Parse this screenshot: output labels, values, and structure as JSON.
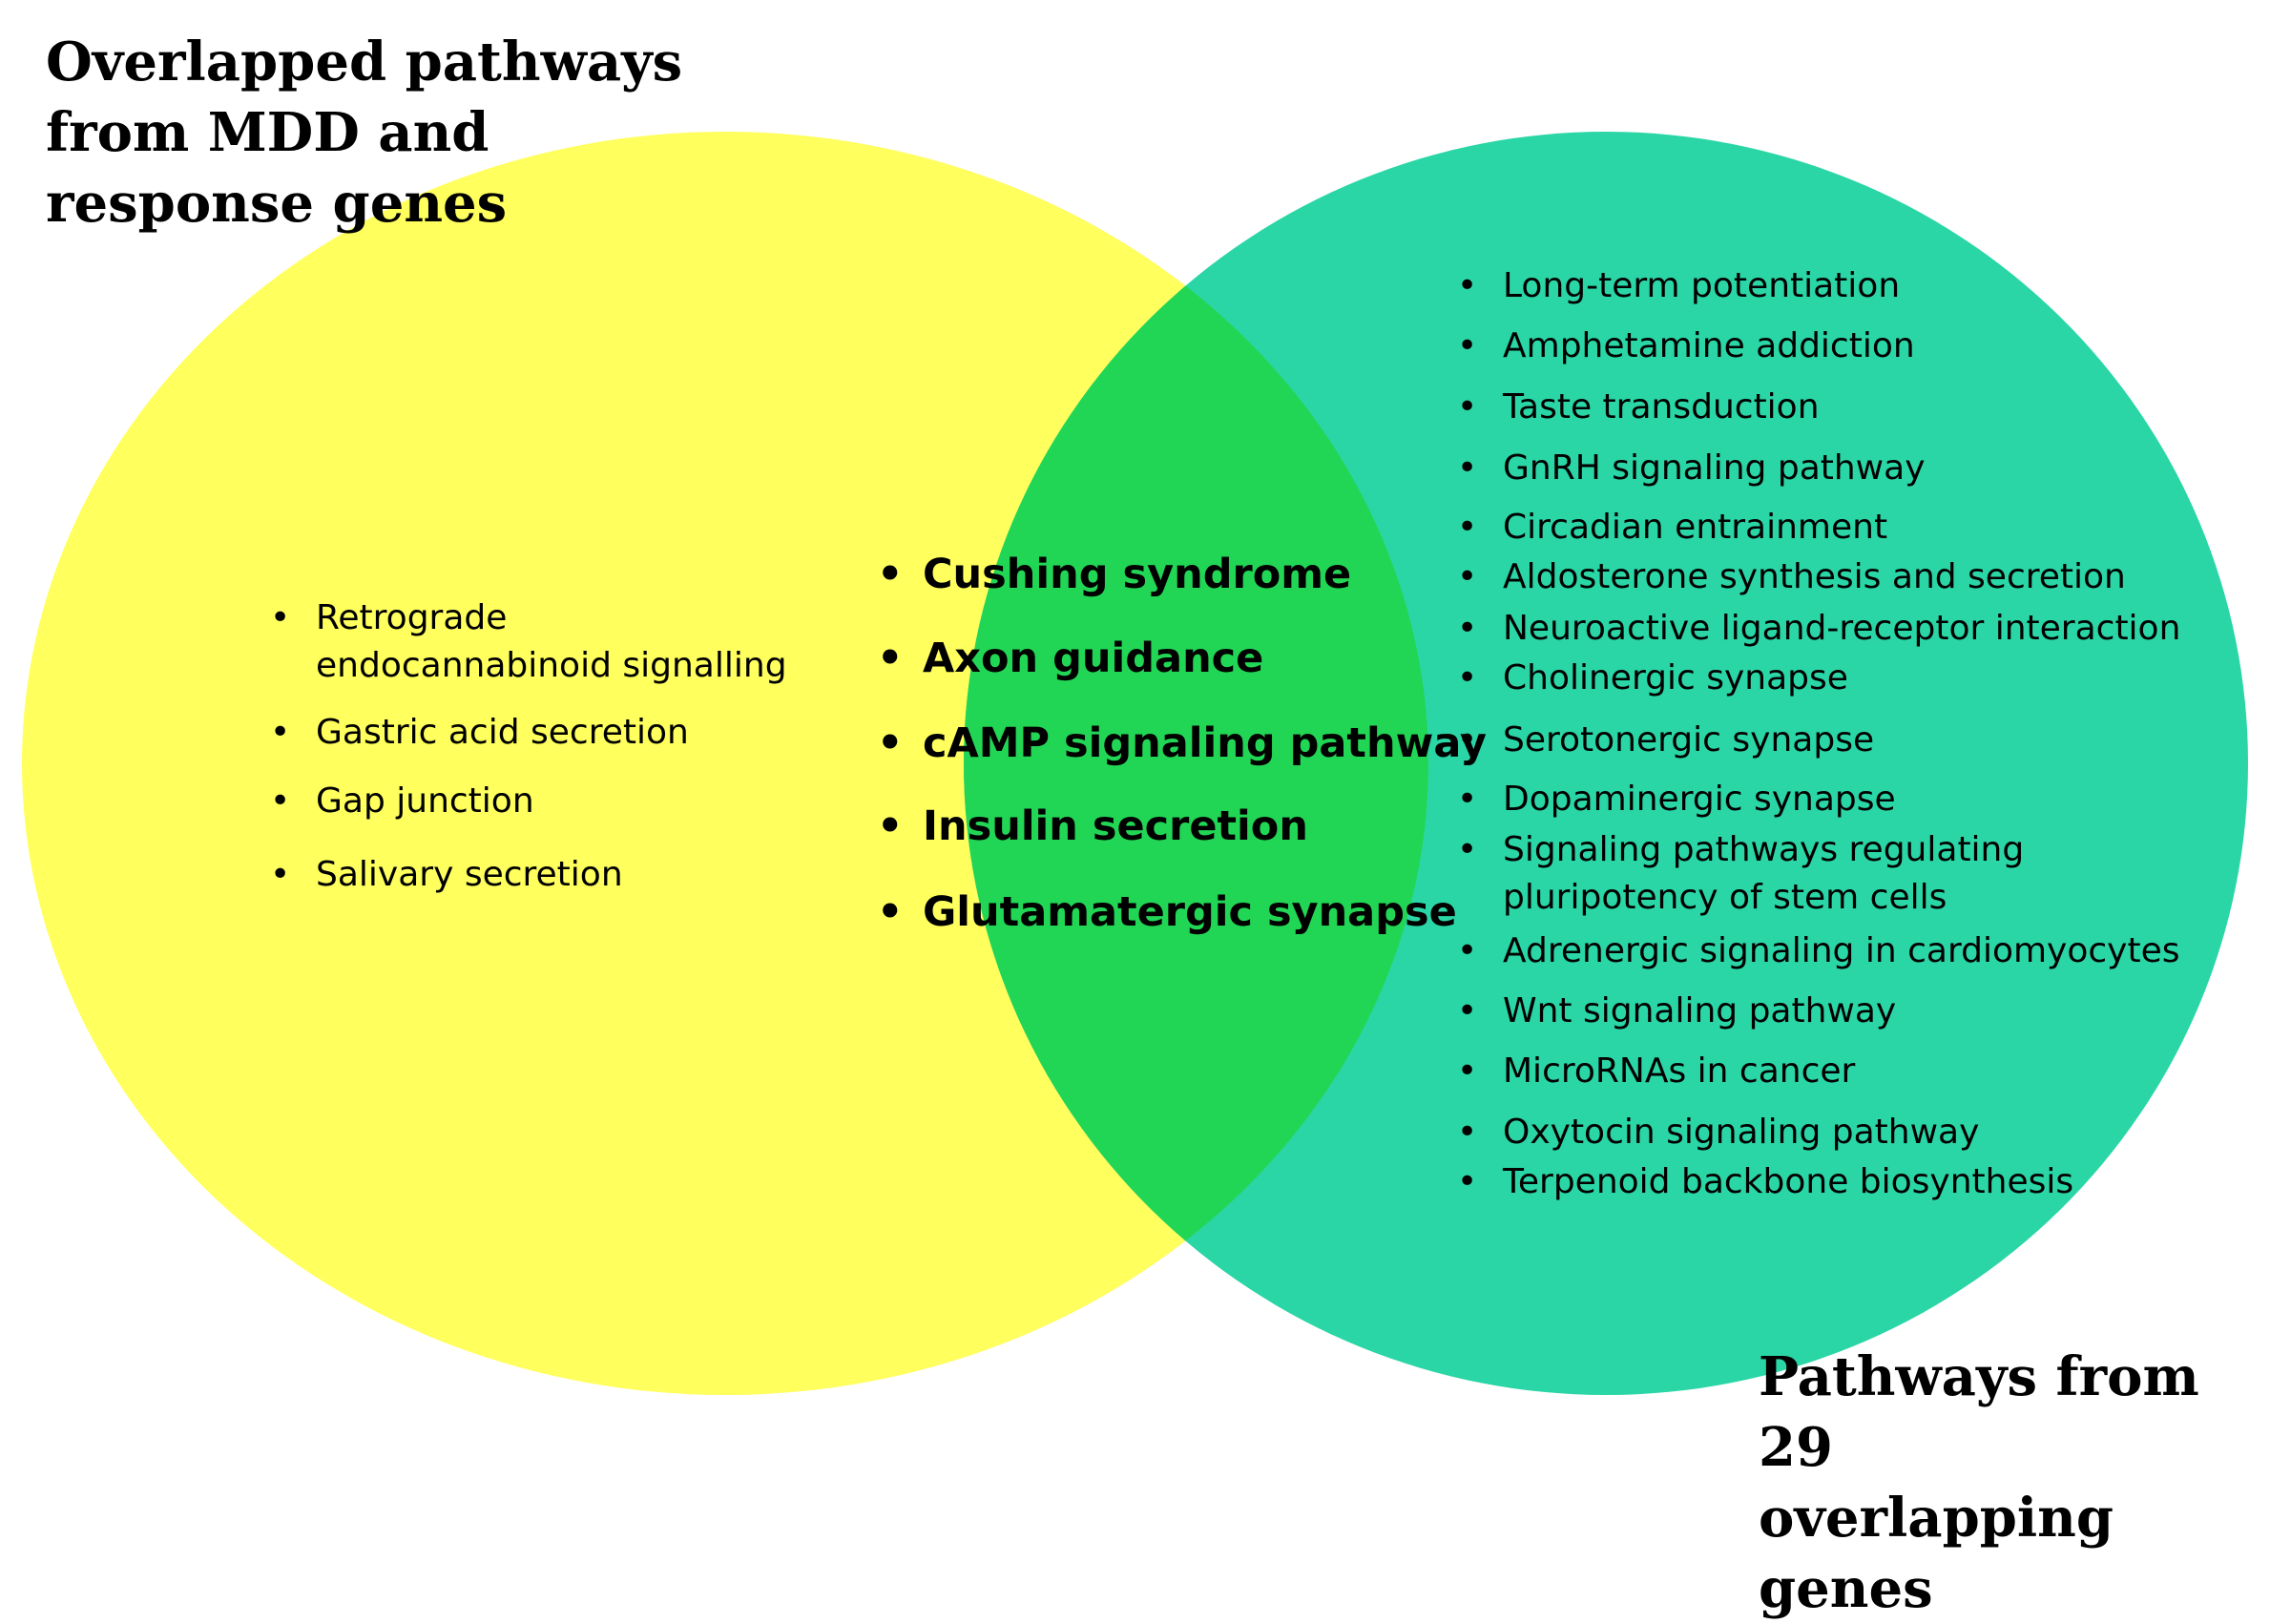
{
  "labels": {
    "left_set": "Overlapped pathways\nfrom MDD and\nresponse genes",
    "right_set": "Pathways from 29\noverlapping genes"
  },
  "colors": {
    "left_circle": "#ffff5e",
    "right_circle": "#2ad6a6",
    "intersection": "#22d655",
    "text": "#000000"
  },
  "left_only": [
    "Retrograde endocannabinoid signalling",
    "Gastric acid secretion",
    "Gap junction",
    "Salivary secretion"
  ],
  "intersection": [
    "Cushing syndrome",
    "Axon guidance",
    "cAMP signaling pathway",
    "Insulin secretion",
    "Glutamatergic synapse"
  ],
  "right_only": [
    "Long-term potentiation",
    "Amphetamine addiction",
    "Taste transduction",
    "GnRH signaling pathway",
    "Circadian entrainment",
    "Aldosterone synthesis and secretion",
    "Neuroactive ligand-receptor interaction",
    "Cholinergic synapse",
    "Serotonergic synapse",
    "Dopaminergic synapse",
    "Signaling pathways regulating pluripotency of stem cells",
    "Adrenergic signaling in cardiomyocytes",
    "Wnt signaling pathway",
    "MicroRNAs in cancer",
    "Oxytocin signaling pathway",
    "Terpenoid backbone biosynthesis"
  ]
}
